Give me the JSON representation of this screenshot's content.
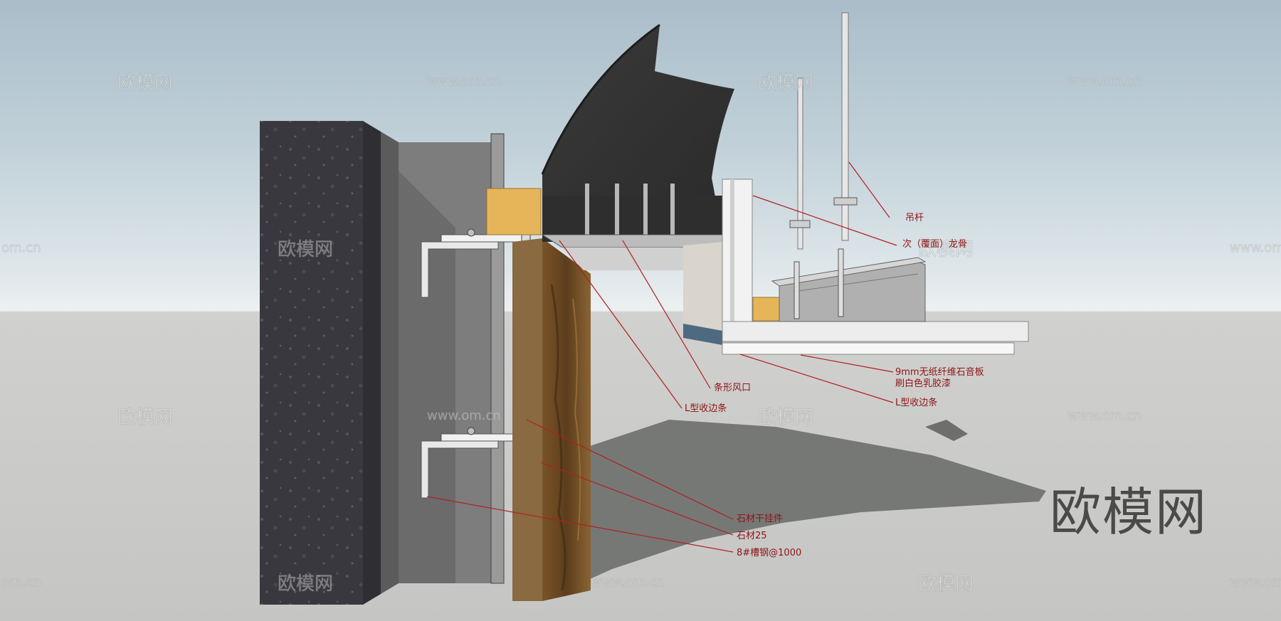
{
  "labels": {
    "hanger_rod": "吊杆",
    "secondary_keel": "次（覆面）龙骨",
    "strip_vent": "条形风口",
    "l_trim_left": "L型收边条",
    "gypsum_board_line1": "9mm无纸纤维石音板",
    "gypsum_board_line2": "刷白色乳胶漆",
    "l_trim_right": "L型收边条",
    "stone_hanger": "石材干挂件",
    "stone": "石材25",
    "channel_steel": "8#槽钢@1000"
  },
  "watermarks": {
    "brand_cn": "欧模网",
    "domain": "www.om.cn",
    "domain_short": "om.cn"
  },
  "colors": {
    "label_red": "#8e1515",
    "leader_red": "#b02020",
    "concrete": "#3a3a40",
    "stone": "#6b4a25",
    "wood": "#e6b55a"
  }
}
